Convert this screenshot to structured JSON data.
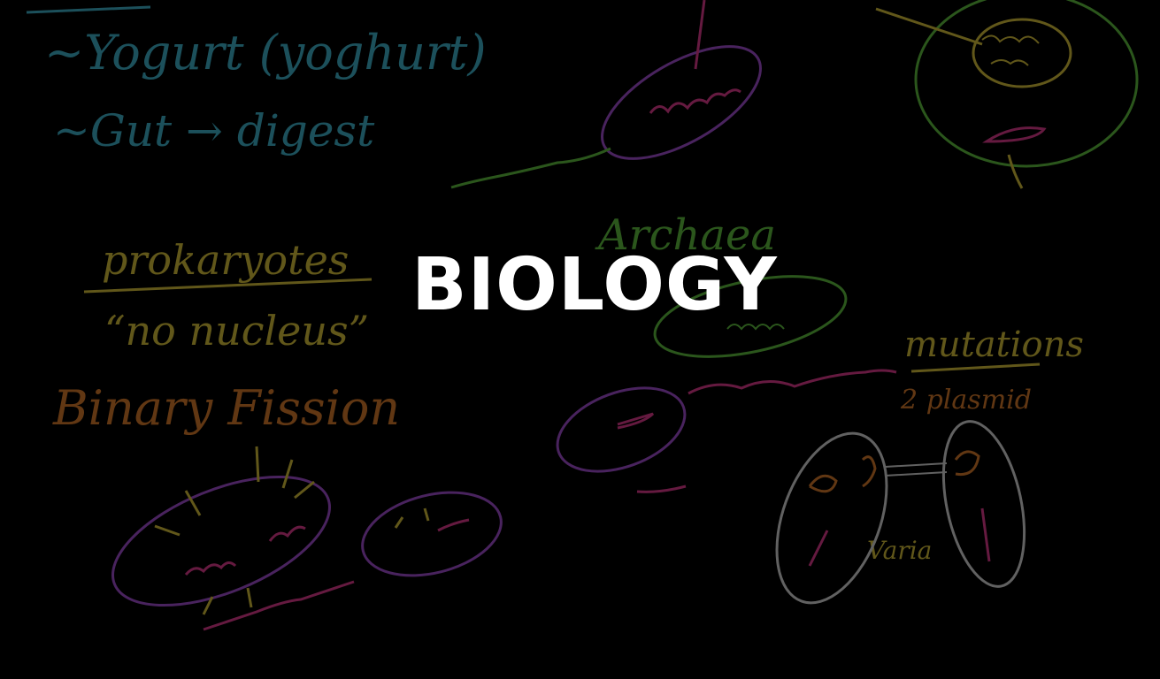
{
  "title": "BIOLOGY",
  "board_notes": {
    "yogurt": "~Yogurt (yoghurt)",
    "gut": "~Gut → digest",
    "prokaryotes": "prokaryotes",
    "no_nucleus": "“no nucleus”",
    "binary_fission": "Binary Fission",
    "archaea": "Archaea",
    "mutations": "mutations",
    "plasmid": "2 plasmid",
    "variation": "Varia"
  },
  "colors": {
    "background": "#000000",
    "title": "#ffffff",
    "teal": "#3fb2c9",
    "yellow": "#d8c23a",
    "orange": "#d87a2c",
    "green": "#5fbf3f",
    "purple": "#a34fd0",
    "magenta": "#e03a8f",
    "gray": "#d8d8d8"
  }
}
